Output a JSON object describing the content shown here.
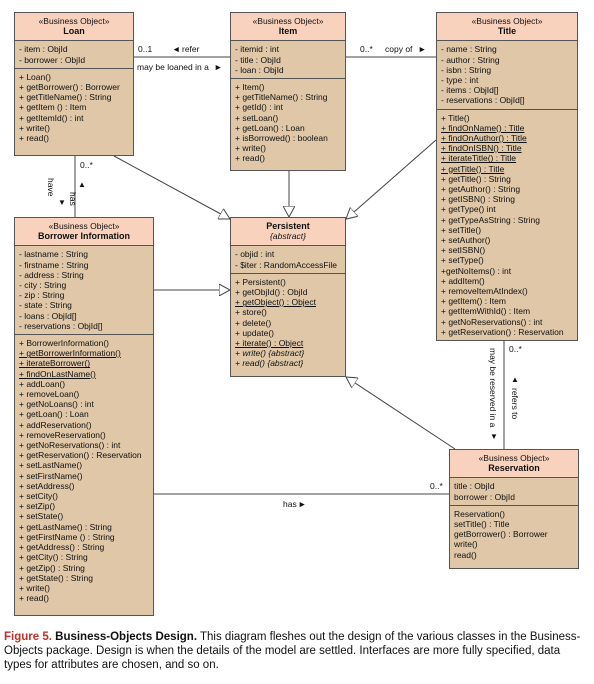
{
  "classes": {
    "loan": {
      "stereotype": "«Business Object»",
      "name": "Loan",
      "attributes": [
        "- item : ObjId",
        "- borrower : ObjId"
      ],
      "operations": [
        "+ Loan()",
        "+ getBorrower() : Borrower",
        "+ getTitleName() : String",
        "+ getItem () : Item",
        "+ getItemId() : int",
        "+ write()",
        "+ read()"
      ]
    },
    "item": {
      "stereotype": "«Business Object»",
      "name": "Item",
      "attributes": [
        "- itemid : int",
        "- title : ObjId",
        "- loan : ObjId"
      ],
      "operations": [
        "+ Item()",
        "+ getTitleName() : String",
        "+ getId() : int",
        "+ setLoan()",
        "+ getLoan() : Loan",
        "+ isBorrowed() : boolean",
        "+ write()",
        "+ read()"
      ]
    },
    "title": {
      "stereotype": "«Business Object»",
      "name": "Title",
      "attributes": [
        "- name : String",
        "- author : String",
        "- isbn : String",
        "- type : int",
        "- items : ObjId[]",
        "- reservations : ObjId[]"
      ],
      "operations": [
        "+ Title()",
        "+ findOnName() : Title",
        "+ findOnAuthor() : Title",
        "+ findOnISBN() : Title",
        "+ iterateTitle() : Title",
        "+ getTitle() : Title",
        "+ getTitle() : String",
        "+ getAuthor() : String",
        "+ getISBN() : String",
        "+ getType() int",
        "+ getTypeAsString : String",
        "+ setTitle()",
        "+ setAuthor()",
        "+ setISBN()",
        "+ setType()",
        "+getNoItems() : int",
        "+ addItem()",
        "+ removeItemAtIndex()",
        "+ getItem() : Item",
        "+ getItemWithId() : Item",
        "+ getNoReservations() : int",
        "+ getReservation() : Reservation"
      ]
    },
    "borrower": {
      "stereotype": "«Business Object»",
      "name": "Borrower Information",
      "attributes": [
        "- lastname : String",
        "- firstname : String",
        "- address : String",
        "- city : String",
        "- zip : String",
        "- state : String",
        "- loans : ObjId[]",
        "- reservations : ObjId[]"
      ],
      "operations": [
        "+ BorrowerInformation()",
        "+ getBorrowerInformation()",
        "+ iterateBorrower()",
        "+ findOnLastName()",
        "+ addLoan()",
        "+ removeLoan()",
        "+ getNoLoans() : int",
        "+ getLoan() : Loan",
        "+ addReservation()",
        "+ removeReservation()",
        "+ getNoReservations() : int",
        "+ getReservation() : Reservation",
        "+ setLastName()",
        "+ setFirstName()",
        "+ setAddress()",
        "+ setCity()",
        "+ setZip()",
        "+ setState()",
        "+ getLastName() : String",
        "+ getFirstName () : String",
        "+ getAddress() : String",
        "+ getCity() : String",
        "+ getZip() : String",
        "+ getState() : String",
        "+ write()",
        "+ read()"
      ]
    },
    "persistent": {
      "name": "Persistent",
      "subtitle": "{abstract}",
      "attributes": [
        "- objid : int",
        "- $iter : RandomAccessFile"
      ],
      "operations": [
        "+ Persistent()",
        "+ getObjId() : ObjId",
        "+ getObject() : Object",
        "+ store()",
        "+ delete()",
        "+ update()",
        "+ iterate() : Object",
        "+ write() {abstract}",
        "+ read() {abstract}"
      ]
    },
    "reservation": {
      "stereotype": "«Business Object»",
      "name": "Reservation",
      "attributes": [
        "title : ObjId",
        "borrower : ObjId"
      ],
      "operations": [
        "Reservation()",
        "setTitle() : Title",
        "getBorrower() : Borrower",
        "write()",
        "read()"
      ]
    }
  },
  "underlined_operations": {
    "title": [
      "+ findOnName() : Title",
      "+ findOnAuthor() : Title",
      "+ findOnISBN() : Title",
      "+ iterateTitle() : Title",
      "+ getTitle() : Title"
    ],
    "borrower": [
      "+ getBorrowerInformation()",
      "+ iterateBorrower()",
      "+ findOnLastName()"
    ],
    "persistent": [
      "+ getObject() : Object",
      "+ iterate() : Object"
    ]
  },
  "italic_operations": {
    "persistent": [
      "+ write() {abstract}",
      "+ read() {abstract}"
    ]
  },
  "associations": {
    "loan_item": {
      "mult": "0..1",
      "refer": "refer",
      "loaned": "may be loaned in a"
    },
    "item_title": {
      "mult": "0..*",
      "label": "copy of"
    },
    "loan_borrower": {
      "mult": "0..*",
      "have": "have",
      "has": "has"
    },
    "borrower_reservation": {
      "mult": "0..*",
      "label": "has"
    },
    "title_reservation": {
      "mult": "0..*",
      "reserved": "may be reserved in a",
      "refers": "refers to"
    }
  },
  "arrows": {
    "left": "◄",
    "right": "►",
    "up": "▲",
    "down": "▼"
  },
  "caption": {
    "figure": "Figure 5.",
    "title": "Business-Objects Design.",
    "text": " This diagram fleshes out the design of the various classes in the Business-Objects package. Design is when the details of the model are settled. Interfaces are more fully specified, data types for attributes are chosen, and so on."
  }
}
